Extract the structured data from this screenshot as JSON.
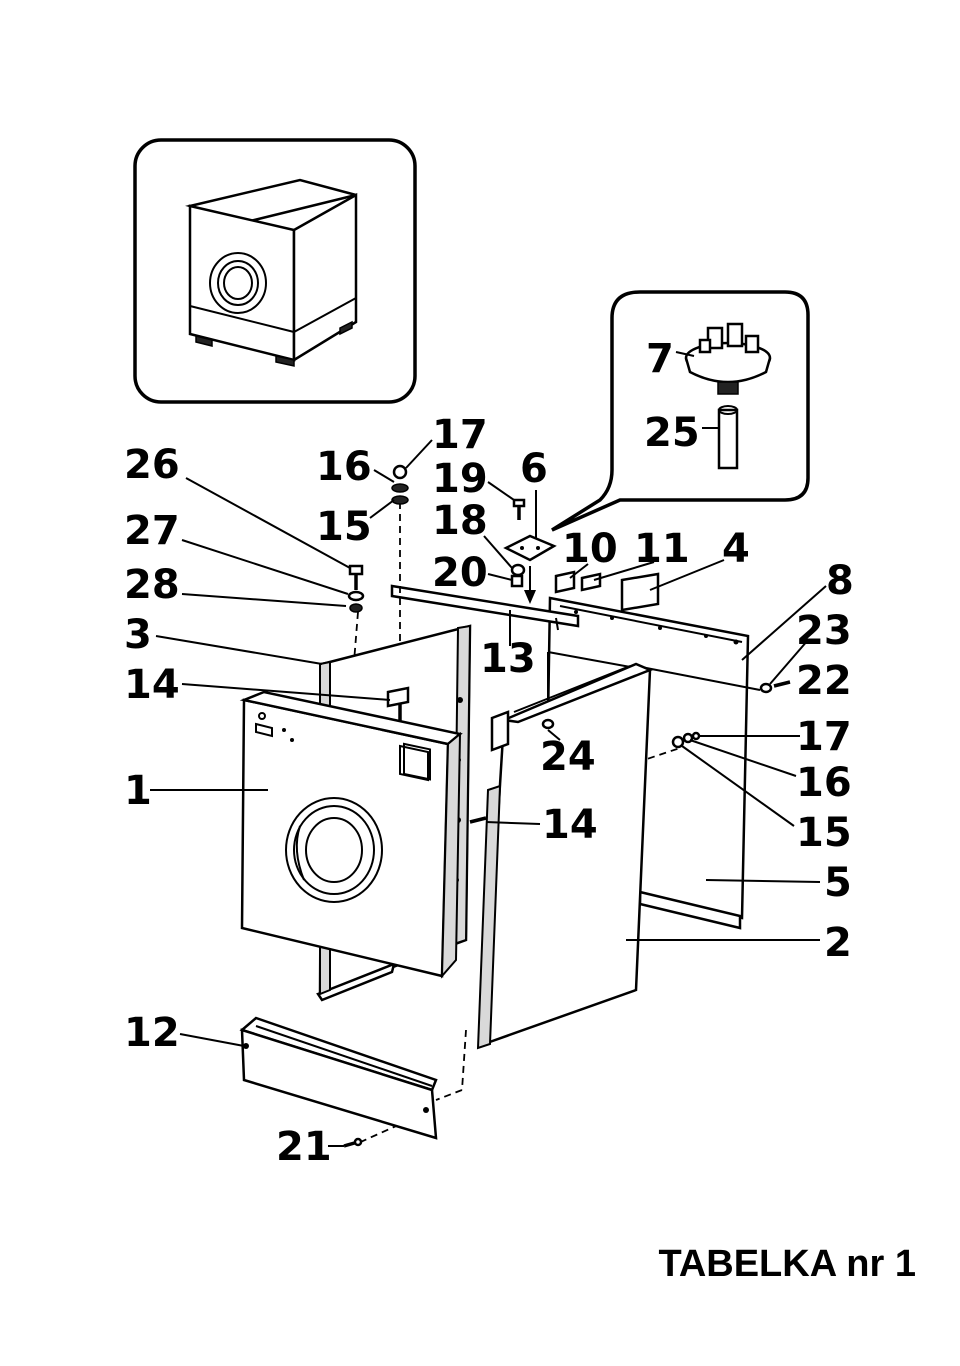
{
  "title": "TABELKA nr 1",
  "callouts": [
    {
      "id": "26",
      "text": "26"
    },
    {
      "id": "27",
      "text": "27"
    },
    {
      "id": "28",
      "text": "28"
    },
    {
      "id": "3",
      "text": "3"
    },
    {
      "id": "14a",
      "text": "14"
    },
    {
      "id": "1",
      "text": "1"
    },
    {
      "id": "12",
      "text": "12"
    },
    {
      "id": "21",
      "text": "21"
    },
    {
      "id": "16a",
      "text": "16"
    },
    {
      "id": "15a",
      "text": "15"
    },
    {
      "id": "17a",
      "text": "17"
    },
    {
      "id": "19",
      "text": "19"
    },
    {
      "id": "18",
      "text": "18"
    },
    {
      "id": "6",
      "text": "6"
    },
    {
      "id": "20",
      "text": "20"
    },
    {
      "id": "13",
      "text": "13"
    },
    {
      "id": "10",
      "text": "10"
    },
    {
      "id": "11",
      "text": "11"
    },
    {
      "id": "4",
      "text": "4"
    },
    {
      "id": "8",
      "text": "8"
    },
    {
      "id": "23",
      "text": "23"
    },
    {
      "id": "22",
      "text": "22"
    },
    {
      "id": "7",
      "text": "7"
    },
    {
      "id": "25",
      "text": "25"
    },
    {
      "id": "24",
      "text": "24"
    },
    {
      "id": "14b",
      "text": "14"
    },
    {
      "id": "17b",
      "text": "17"
    },
    {
      "id": "16b",
      "text": "16"
    },
    {
      "id": "15b",
      "text": "15"
    },
    {
      "id": "5",
      "text": "5"
    },
    {
      "id": "2",
      "text": "2"
    }
  ]
}
